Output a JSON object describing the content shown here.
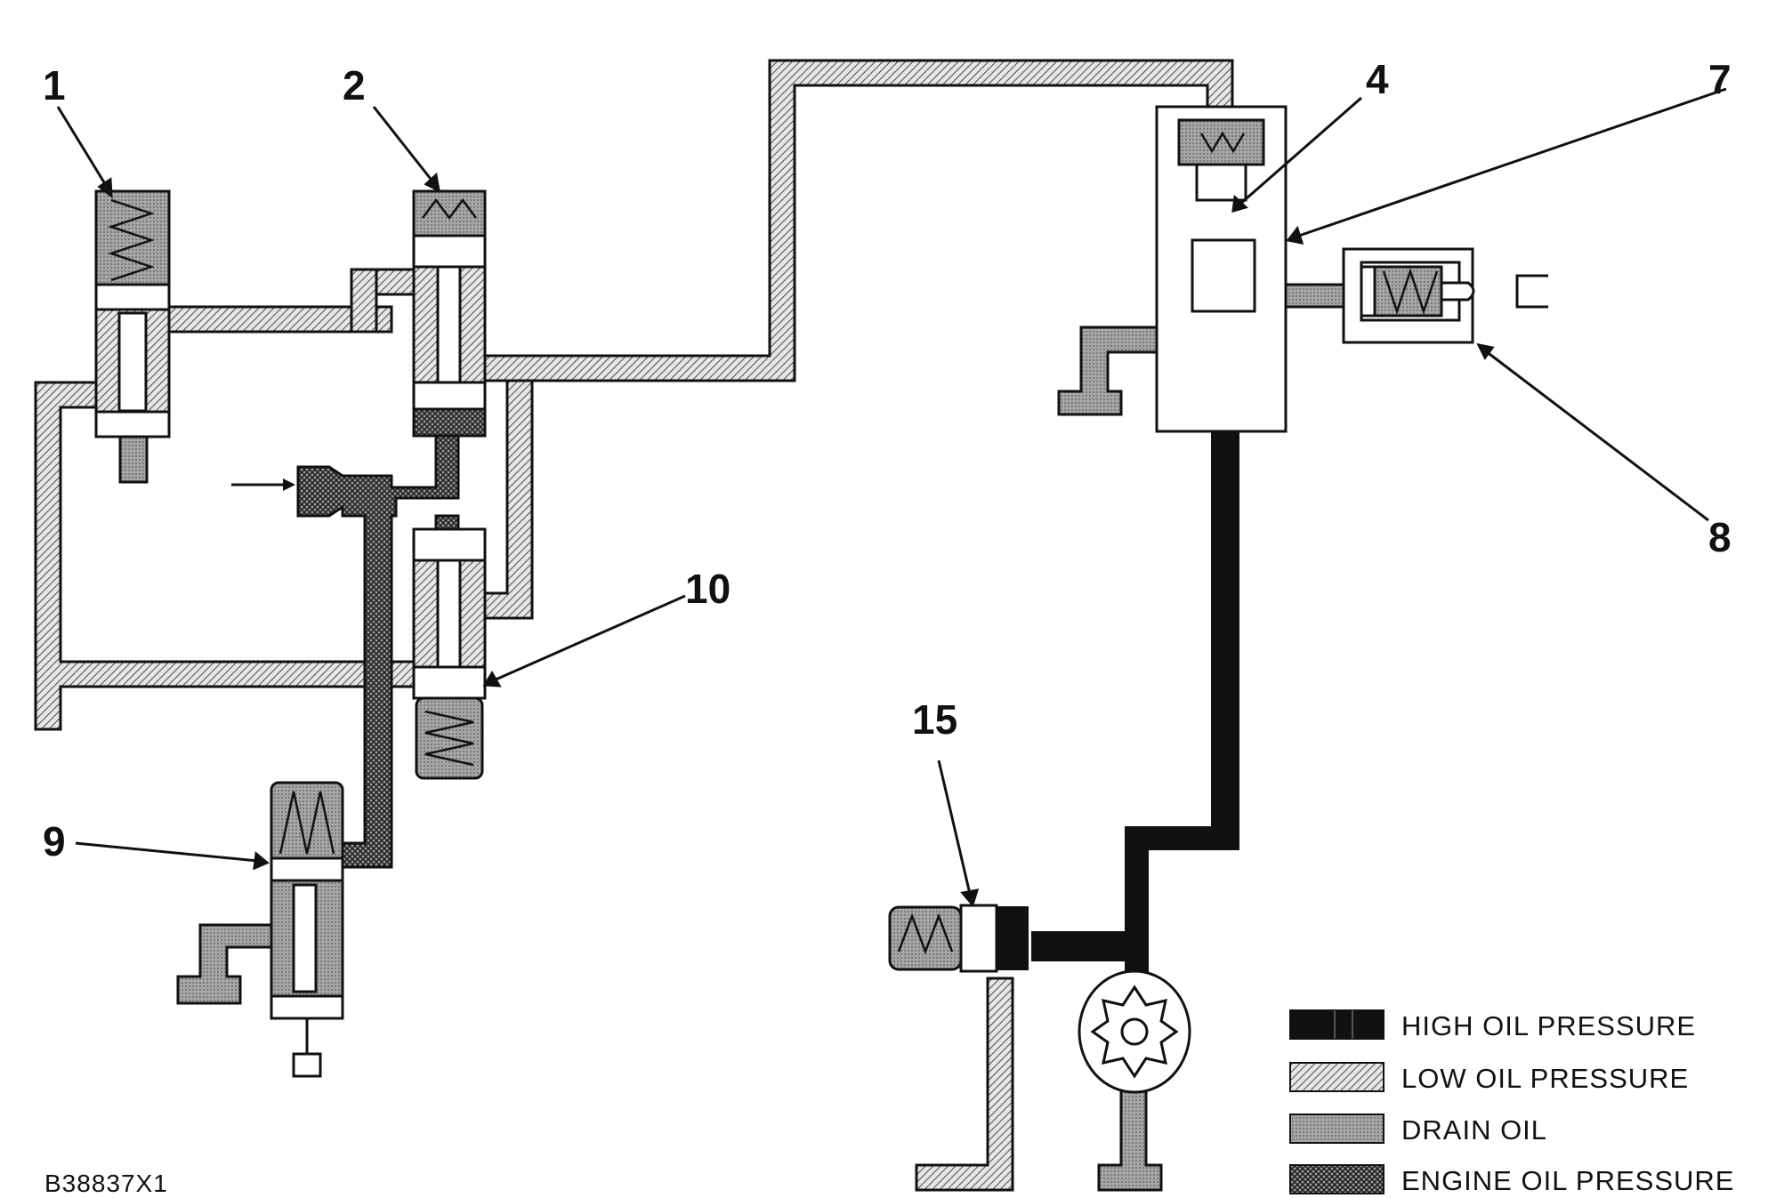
{
  "diagram": {
    "callouts": {
      "c1": "1",
      "c2": "2",
      "c4": "4",
      "c7": "7",
      "c8": "8",
      "c9": "9",
      "c10": "10",
      "c15": "15"
    },
    "legend": {
      "high": "HIGH OIL PRESSURE",
      "low": "LOW OIL PRESSURE",
      "drain": "DRAIN OIL",
      "engine": "ENGINE OIL PRESSURE"
    },
    "figure_code": "B38837X1",
    "colors": {
      "high_oil": "#111111",
      "low_oil_pattern": "#c8c8c8",
      "drain_oil": "#9c9c9c",
      "engine_oil_pattern": "#8a8a8a"
    }
  }
}
